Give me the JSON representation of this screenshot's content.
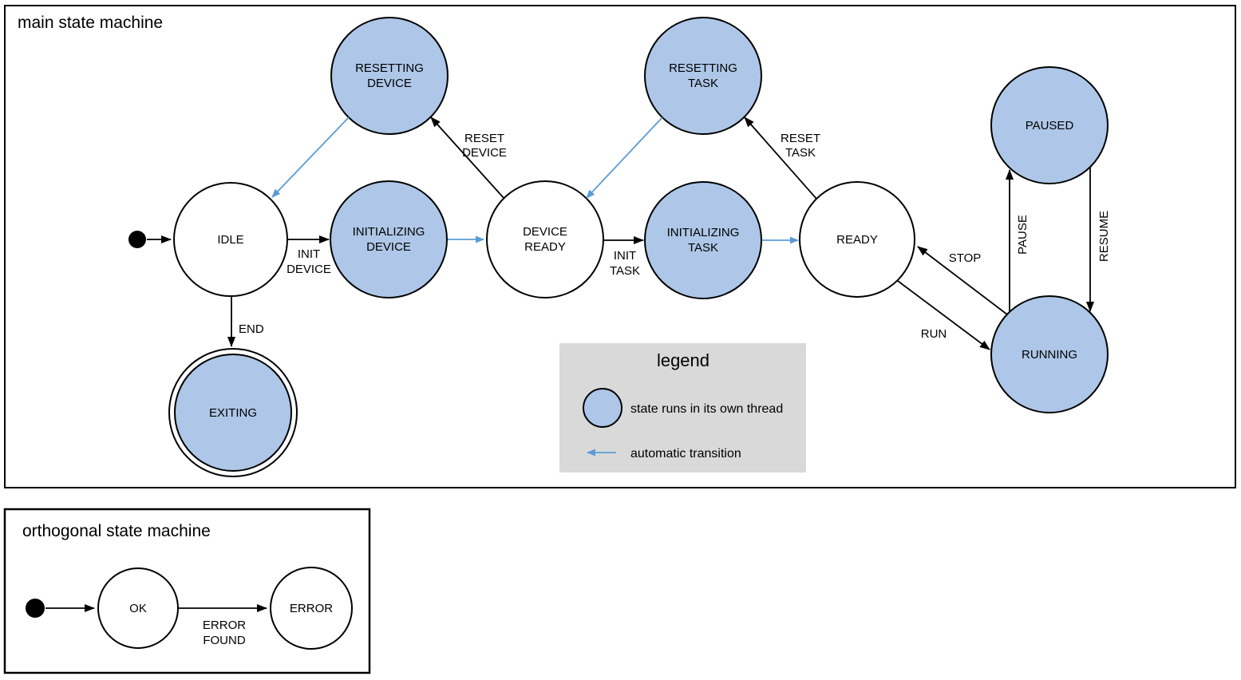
{
  "colors": {
    "thread_state_fill": "#aec7e8",
    "automatic_transition_color": "#5b9bd5",
    "legend_background": "#d9d9d9",
    "line_color": "#000000"
  },
  "main_machine": {
    "title": "main state machine",
    "states": {
      "idle": [
        "IDLE"
      ],
      "resetting_device": [
        "RESETTING",
        "DEVICE"
      ],
      "initializing_device": [
        "INITIALIZING",
        "DEVICE"
      ],
      "device_ready": [
        "DEVICE",
        "READY"
      ],
      "resetting_task": [
        "RESETTING",
        "TASK"
      ],
      "initializing_task": [
        "INITIALIZING",
        "TASK"
      ],
      "ready": [
        "READY"
      ],
      "paused": [
        "PAUSED"
      ],
      "running": [
        "RUNNING"
      ],
      "exiting": [
        "EXITING"
      ]
    },
    "transitions": {
      "init_device": [
        "INIT",
        "DEVICE"
      ],
      "reset_device": [
        "RESET",
        "DEVICE"
      ],
      "init_task": [
        "INIT",
        "TASK"
      ],
      "reset_task": [
        "RESET",
        "TASK"
      ],
      "end": [
        "END"
      ],
      "run": [
        "RUN"
      ],
      "stop": [
        "STOP"
      ],
      "pause": [
        "PAUSE"
      ],
      "resume": [
        "RESUME"
      ]
    }
  },
  "legend": {
    "title": "legend",
    "items": [
      {
        "label": "state runs in its own thread"
      },
      {
        "label": "automatic transition"
      }
    ]
  },
  "orthogonal_machine": {
    "title": "orthogonal state machine",
    "states": {
      "ok": [
        "OK"
      ],
      "error": [
        "ERROR"
      ]
    },
    "transitions": {
      "error_found": [
        "ERROR",
        "FOUND"
      ]
    }
  }
}
